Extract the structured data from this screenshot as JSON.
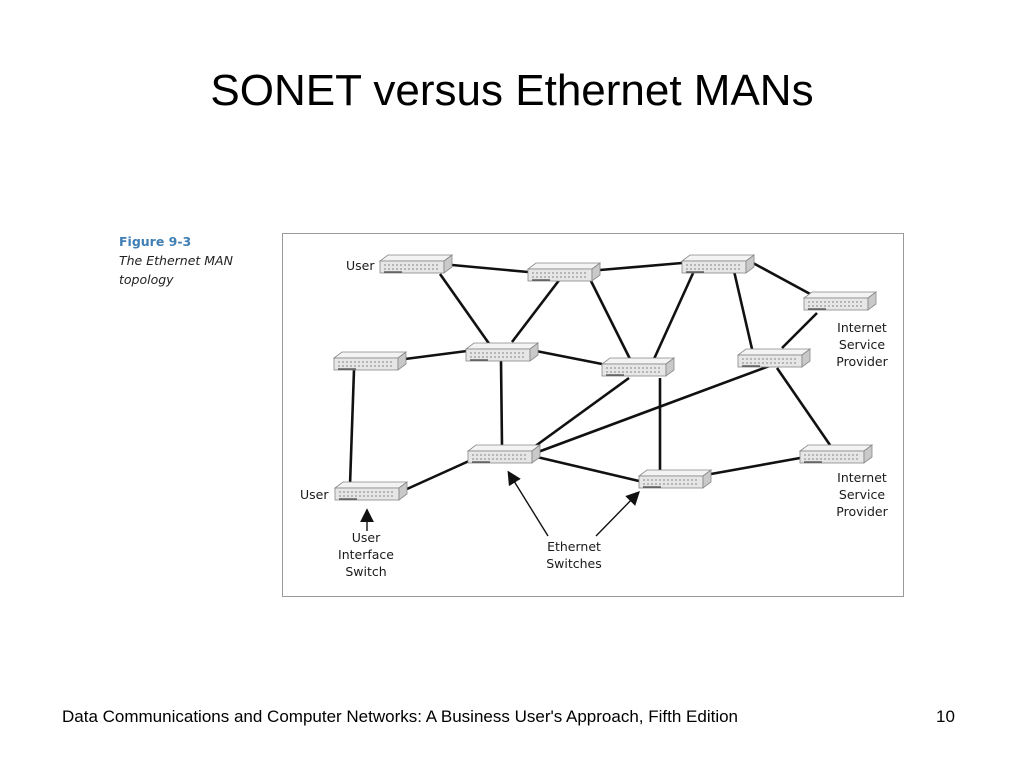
{
  "slide": {
    "title": "SONET versus Ethernet MANs",
    "footer": "Data Communications and Computer Networks: A Business User's Approach, Fifth Edition",
    "page_number": "10"
  },
  "figure": {
    "number": "Figure 9-3",
    "description_lines": [
      "The Ethernet MAN",
      "topology"
    ],
    "labels": {
      "user_top": "User",
      "user_bottom": "User",
      "isp_top": [
        "Internet",
        "Service",
        "Provider"
      ],
      "isp_bottom": [
        "Internet",
        "Service",
        "Provider"
      ],
      "user_interface_switch": [
        "User",
        "Interface",
        "Switch"
      ],
      "ethernet_switches": [
        "Ethernet",
        "Switches"
      ]
    }
  }
}
